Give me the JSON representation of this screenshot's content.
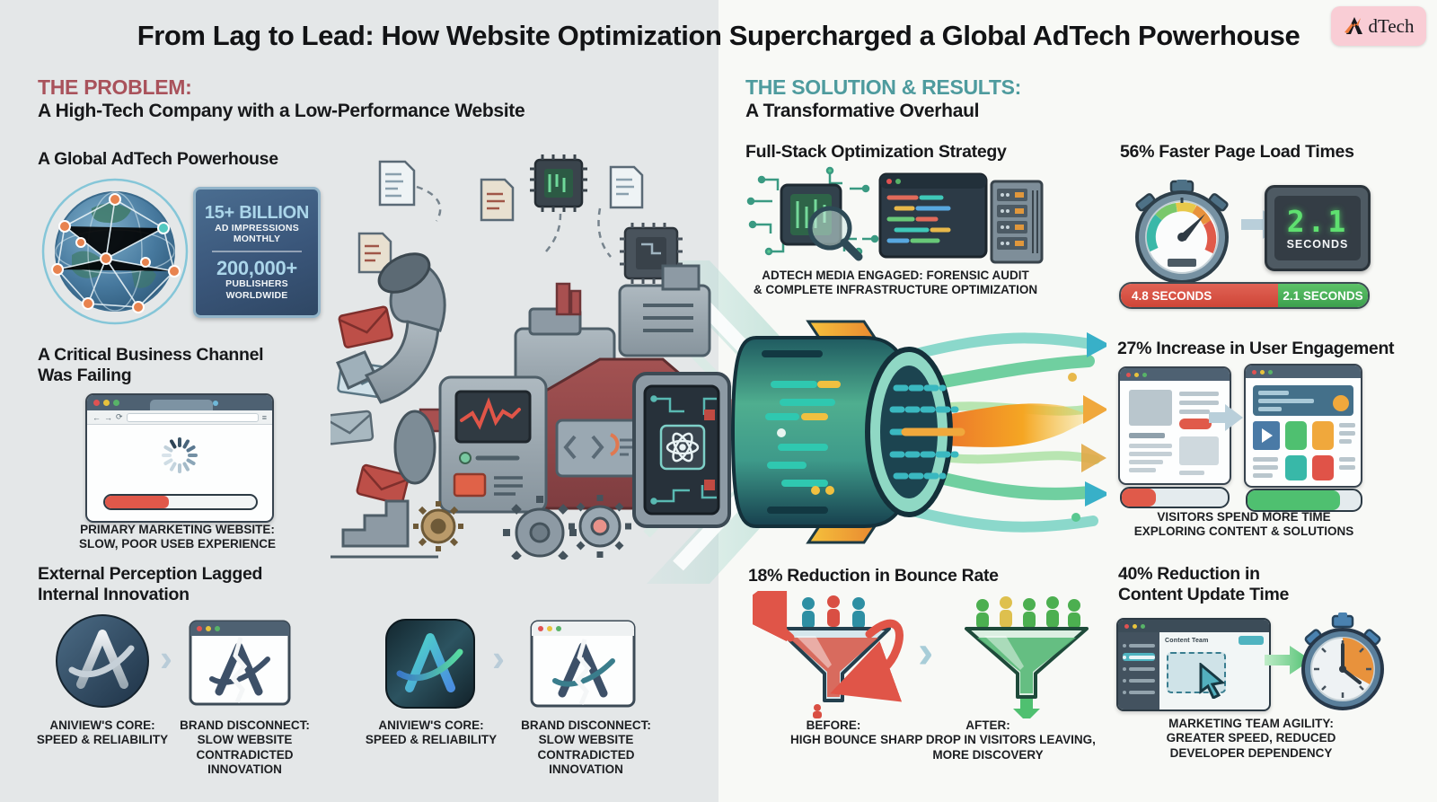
{
  "header": {
    "title": "From Lag to Lead: How Website Optimization Supercharged a Global AdTech Powerhouse",
    "logo_brand": "dTech"
  },
  "problem": {
    "kicker": "THE PROBLEM:",
    "subtitle": "A High-Tech Company with a Low-Performance Website",
    "powerhouse": {
      "heading": "A Global AdTech Powerhouse",
      "stats": [
        {
          "value": "15+ BILLION",
          "label_line1": "AD IMPRESSIONS",
          "label_line2": "MONTHLY"
        },
        {
          "value": "200,000+",
          "label_line1": "PUBLISHERS",
          "label_line2": "WORLDWIDE"
        }
      ]
    },
    "channel": {
      "heading_line1": "A Critical Business Channel",
      "heading_line2": "Was Failing",
      "caption_line1": "PRIMARY MARKETING WEBSITE:",
      "caption_line2": "SLOW, POOR USEB EXPERIENCE"
    },
    "perception": {
      "heading_line1": "External Perception Lagged",
      "heading_line2": "Internal Innovation",
      "core_line1": "ANIVIEW'S CORE:",
      "core_line2": "SPEED & RELIABILITY",
      "disconnect_line1": "BRAND DISCONNECT:",
      "disconnect_line2": "SLOW WEBSITE",
      "disconnect_line3": "CONTRADICTED INNOVATION"
    }
  },
  "solution": {
    "kicker": "THE SOLUTION & RESULTS:",
    "subtitle": "A Transformative Overhaul",
    "fullstack": {
      "heading": "Full-Stack Optimization Strategy",
      "caption_line1": "ADTECH MEDIA ENGAGED: FORENSIC AUDIT",
      "caption_line2": "& COMPLETE INFRASTRUCTURE OPTIMIZATION"
    },
    "pageload": {
      "heading": "56% Faster Page Load Times",
      "clock_value": "2.1",
      "clock_unit": "SECONDS",
      "bar_before": "4.8 SECONDS",
      "bar_after": "2.1 SECONDS"
    },
    "engagement": {
      "heading": "27% Increase in User Engagement",
      "caption_line1": "VISITORS SPEND MORE TIME",
      "caption_line2": "EXPLORING CONTENT & SOLUTIONS"
    },
    "bounce": {
      "heading": "18% Reduction in Bounce Rate",
      "before_line1": "BEFORE:",
      "before_line2": "HIGH BOUNCE",
      "after_line1": "AFTER:",
      "after_line2": "SHARP DROP IN VISITORS LEAVING,",
      "after_line3": "MORE DISCOVERY"
    },
    "content_update": {
      "heading_line1": "40% Reduction in",
      "heading_line2": "Content Update Time",
      "cms_label": "Content Team",
      "caption_line1": "MARKETING TEAM AGILITY:",
      "caption_line2": "GREATER SPEED, REDUCED",
      "caption_line3": "DEVELOPER DEPENDENCY"
    }
  },
  "colors": {
    "problem_accent": "#a9525b",
    "solution_accent": "#4e9b9e",
    "stat_box_navy": "#3a567a",
    "stat_text_blue": "#abd6ea",
    "alert_red": "#d94f43",
    "success_green": "#4caf50",
    "teal": "#39b3a6",
    "orange": "#f0a83c",
    "bg_left": "#e4e7e8",
    "bg_right": "#f8f9f6",
    "logo_pink": "#f9cdd5"
  }
}
